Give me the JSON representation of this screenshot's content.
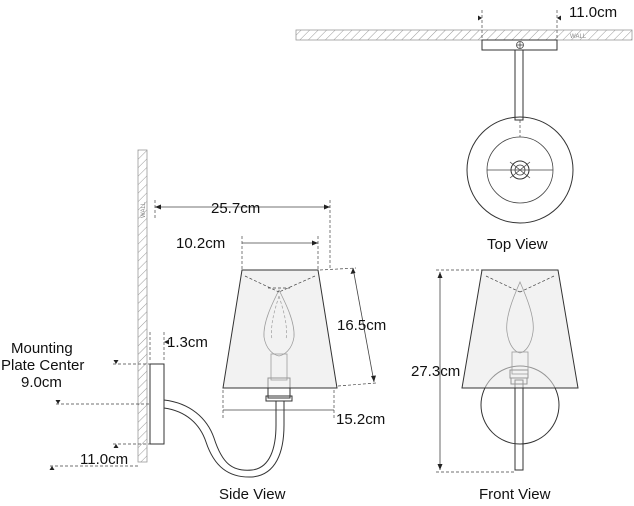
{
  "views": {
    "side": "Side View",
    "top": "Top View",
    "front": "Front View"
  },
  "wall_label": "WALL",
  "dimensions": {
    "overall_projection": "25.7cm",
    "shade_top_diameter": "10.2cm",
    "shade_height": "16.5cm",
    "shade_bottom_diameter": "15.2cm",
    "plate_projection": "1.3cm",
    "mounting_plate_center_line1": "Mounting",
    "mounting_plate_center_line2": "Plate Center",
    "mounting_plate_center_value": "9.0cm",
    "backplate_height": "11.0cm",
    "top_backplate_width": "11.0cm",
    "overall_height": "27.3cm"
  }
}
